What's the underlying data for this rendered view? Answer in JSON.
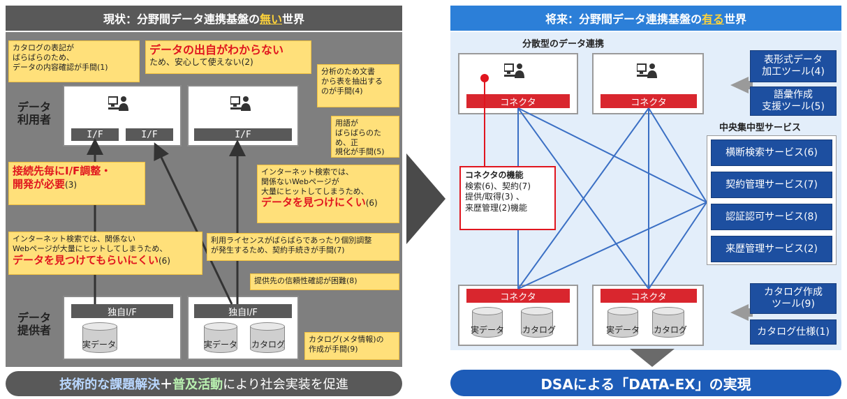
{
  "left": {
    "header": {
      "prefix": "現状：分野間データ連携基盤の",
      "highlight": "無い",
      "suffix": "世界"
    },
    "role_user": "データ\n利用者",
    "role_provider": "データ\n提供者",
    "if_label": "I/F",
    "own_if_label": "独自I/F",
    "real_data": "実データ",
    "catalog": "カタログ",
    "notes": {
      "n1": "カタログの表記が\nばらばらのため、\nデータの内容確認が手間(1)",
      "n2_red": "データの出自がわからない",
      "n2_rest": "ため、安心して使えない(2)",
      "n3": "分析のため文書\nから表を抽出する\nのが手間(4)",
      "n4": "用語が\nばらばらのため、正\n規化が手間(5)",
      "n5_red": "接続先毎にI/F調整・\n開発が必要",
      "n5_rest": "(3)",
      "n6_text": "インターネット検索では、\n関係ないWebページが\n大量にヒットしてしまうため、",
      "n6_red": "データを見つけにくい",
      "n6_num": "(6)",
      "n7_text": "インターネット検索では、関係ない\nWebページが大量にヒットしてしまうため、",
      "n7_red": "データを見つけてもらいにくい",
      "n7_num": "(6)",
      "n8": "利用ライセンスがばらばらであったり個別調整\nが発生するため、契約手続きが手間(7)",
      "n9": "提供先の信頼性確認が困難(8)",
      "n10": "カタログ(メタ情報)の\n作成が手間(9)"
    },
    "footer": {
      "part1": "技術的な課題解決",
      "plus": "＋",
      "part2": "普及活動",
      "part3": "により社会実装を促進"
    }
  },
  "right": {
    "header": {
      "prefix": "将来：分野間データ連携基盤の",
      "highlight": "有る",
      "suffix": "世界"
    },
    "section_label": "分散型のデータ連携",
    "connector": "コネクタ",
    "real_data": "実データ",
    "catalog": "カタログ",
    "connector_func": {
      "title": "コネクタの機能",
      "body": "検索(6)、契約(7)\n提供/取得(3) 、\n来歴管理(2)機能"
    },
    "tools_top": [
      "表形式データ\n加工ツール(4)",
      "語彙作成\n支援ツール(5)"
    ],
    "central_title": "中央集中型サービス",
    "central_services": [
      "横断検索サービス(6)",
      "契約管理サービス(7)",
      "認証認可サービス(8)",
      "来歴管理サービス(2)"
    ],
    "tools_bottom": [
      "カタログ作成\nツール(9)",
      "カタログ仕様(1)"
    ],
    "footer": "DSAによる「DATA-EX」の実現"
  },
  "colors": {
    "red": "#e0151e",
    "blue": "#1d4fa0",
    "yellow": "#ffe07a",
    "gray": "#595959"
  }
}
